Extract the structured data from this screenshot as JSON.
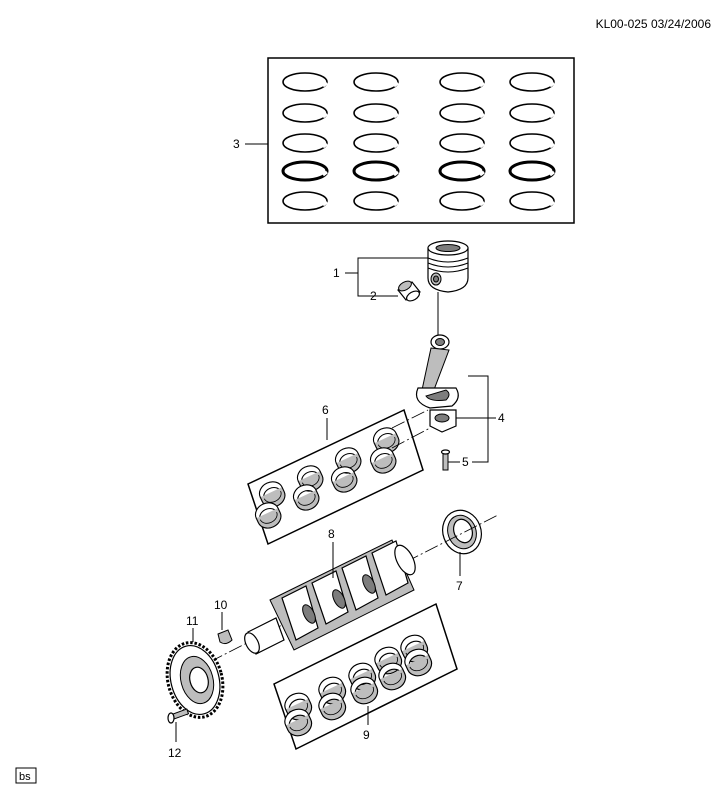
{
  "header": {
    "code": "KL00-025 03/24/2006"
  },
  "footer": {
    "badge": "bs"
  },
  "callouts": [
    {
      "id": "1",
      "label": "1"
    },
    {
      "id": "2",
      "label": "2"
    },
    {
      "id": "3",
      "label": "3"
    },
    {
      "id": "4",
      "label": "4"
    },
    {
      "id": "5",
      "label": "5"
    },
    {
      "id": "6",
      "label": "6"
    },
    {
      "id": "7",
      "label": "7"
    },
    {
      "id": "8",
      "label": "8"
    },
    {
      "id": "9",
      "label": "9"
    },
    {
      "id": "10",
      "label": "10"
    },
    {
      "id": "11",
      "label": "11"
    },
    {
      "id": "12",
      "label": "12"
    }
  ]
}
